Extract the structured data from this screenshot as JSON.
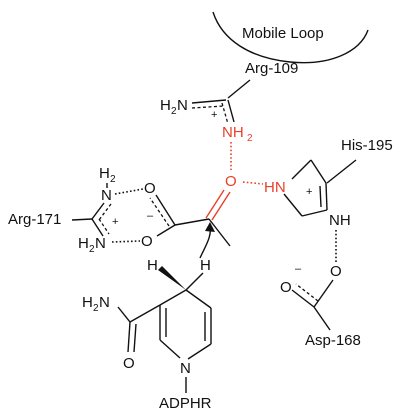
{
  "labels": {
    "mobile_loop": "Mobile Loop",
    "arg109": "Arg-109",
    "his195": "His-195",
    "arg171": "Arg-171",
    "asp168": "Asp-168",
    "adphr": "ADPHR",
    "h2n_arg109": "H",
    "h2n_arg109_sub": "2",
    "h2n_arg109_N": "N",
    "nh2_red": "NH",
    "nh2_red_sub": "2",
    "o_red": "O",
    "hn_red": "HN",
    "nh_his": "NH",
    "h2_arg171": "H",
    "h2_arg171_sub": "2",
    "n_arg171_top": "N",
    "h2n_arg171": "H",
    "h2n_arg171_sub": "2",
    "h2n_arg171_N": "N",
    "o_carb_top": "O",
    "o_carb_bot": "O",
    "h_top_left": "H",
    "h_top_right": "H",
    "h2n_amide": "H",
    "h2n_amide_sub": "2",
    "h2n_amide_N": "N",
    "o_amide": "O",
    "n_ring": "N",
    "o_asp_left": "O",
    "o_asp_top": "O",
    "plus": "+",
    "minus": "–"
  },
  "colors": {
    "ink": "#111111",
    "highlight": "#e8402a"
  }
}
